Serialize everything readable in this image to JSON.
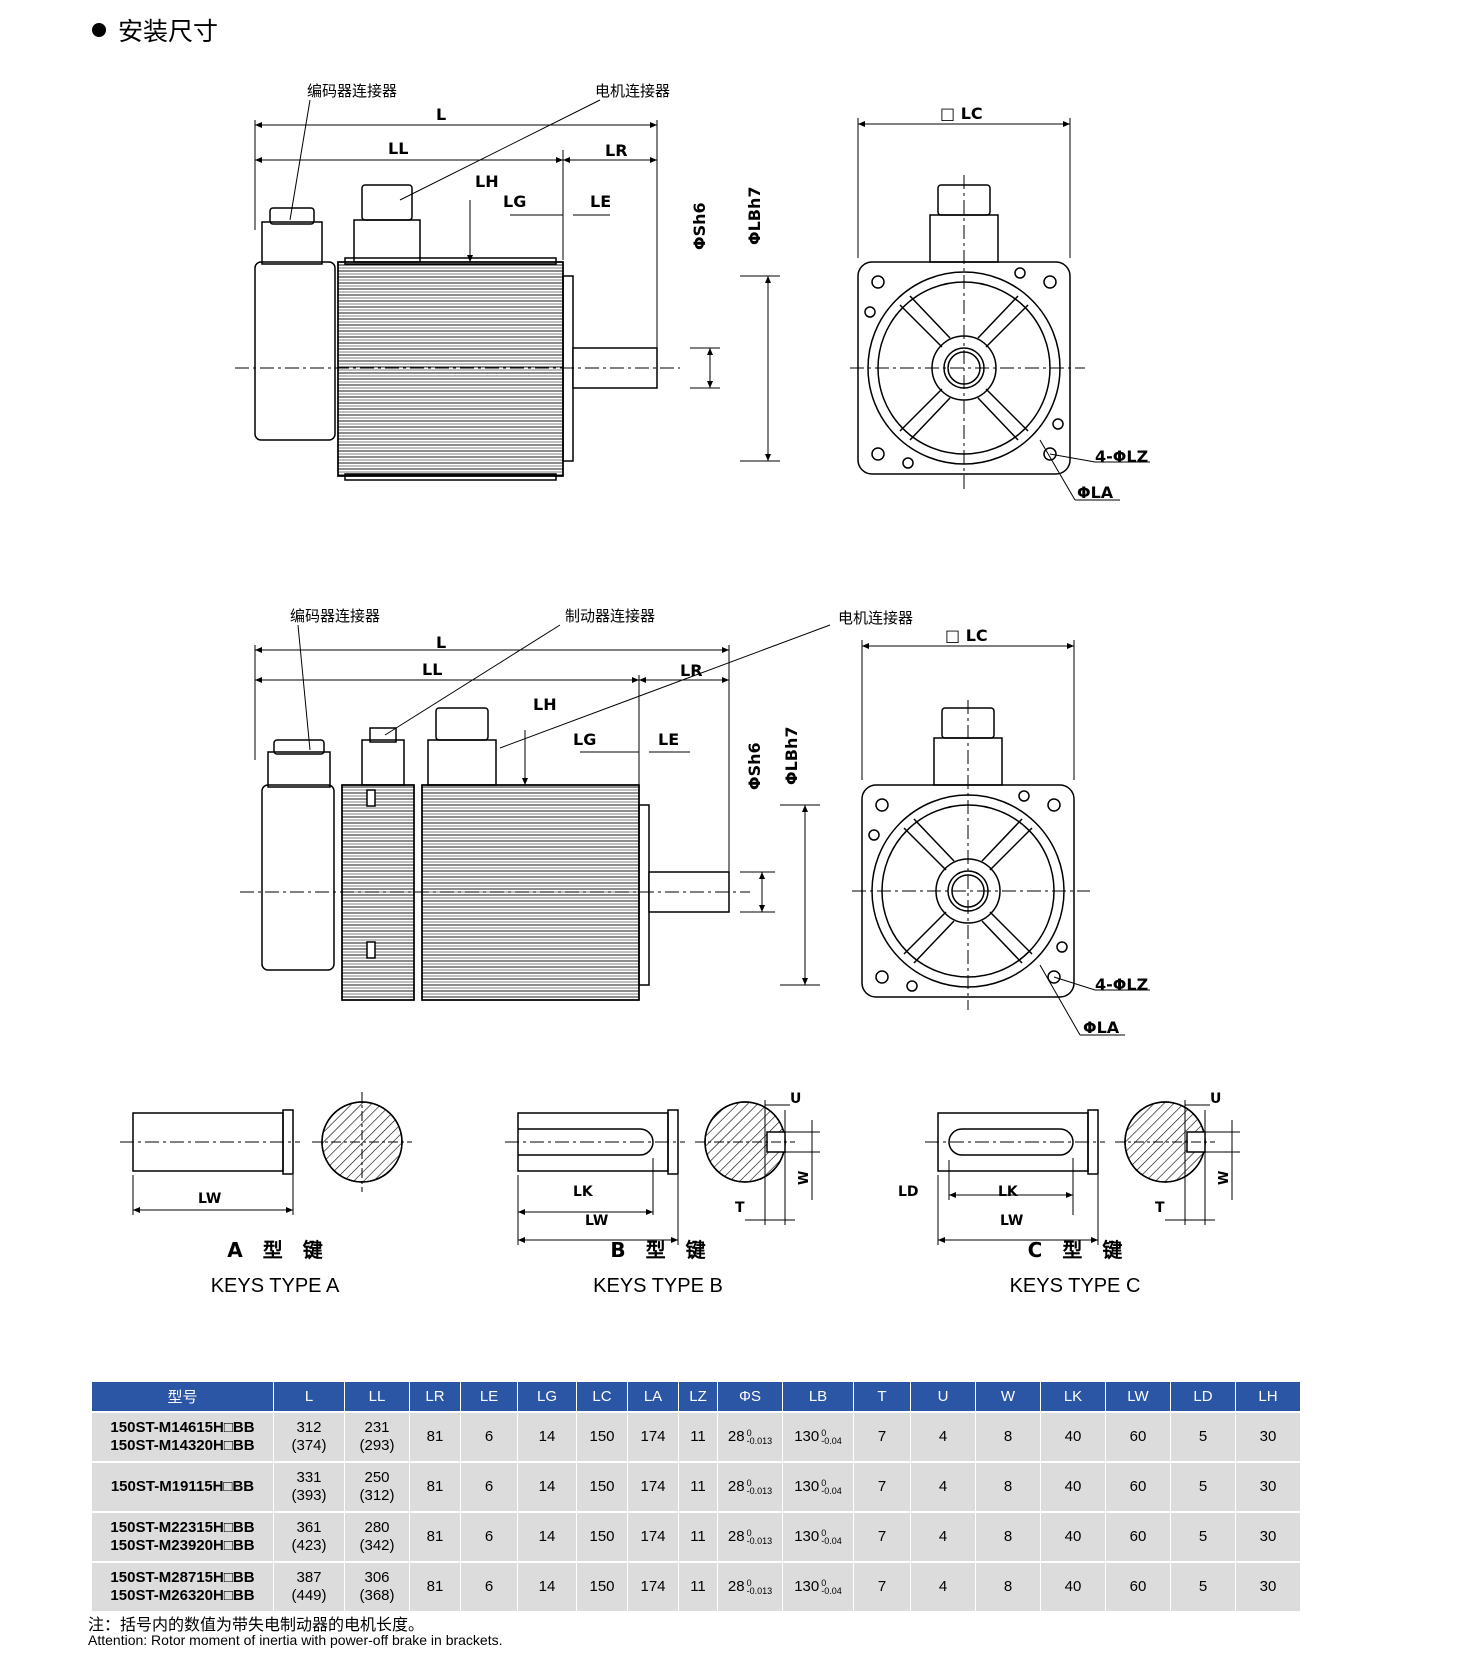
{
  "section_title": "安装尺寸",
  "labels": {
    "encoder_connector": "编码器连接器",
    "motor_connector": "电机连接器",
    "brake_connector": "制动器连接器",
    "L": "L",
    "LL": "LL",
    "LR": "LR",
    "LH": "LH",
    "LG": "LG",
    "LE": "LE",
    "phiS": "ΦSh6",
    "phiLB": "ΦLBh7",
    "LC": "□ LC",
    "LZ": "4-ΦLZ",
    "LA": "ΦLA",
    "LW": "LW",
    "LK": "LK",
    "LD": "LD",
    "T": "T",
    "U": "U",
    "W": "W"
  },
  "keys": [
    {
      "cn": "A　型　键",
      "en": "KEYS TYPE A"
    },
    {
      "cn": "B　型　键",
      "en": "KEYS TYPE B"
    },
    {
      "cn": "C　型　键",
      "en": "KEYS TYPE C"
    }
  ],
  "table": {
    "headers": [
      "型号",
      "L",
      "LL",
      "LR",
      "LE",
      "LG",
      "LC",
      "LA",
      "LZ",
      "ΦS",
      "LB",
      "T",
      "U",
      "W",
      "LK",
      "LW",
      "LD",
      "LH"
    ],
    "rows": [
      {
        "model": [
          "150ST-M14615H□BB",
          "150ST-M14320H□BB"
        ],
        "L": [
          "312",
          "(374)"
        ],
        "LL": [
          "231",
          "(293)"
        ],
        "LR": "81",
        "LE": "6",
        "LG": "14",
        "LC": "150",
        "LA": "174",
        "LZ": "11",
        "S": "28",
        "LB": "130",
        "T": "7",
        "U": "4",
        "W": "8",
        "LK": "40",
        "LW": "60",
        "LD": "5",
        "LH": "30"
      },
      {
        "model": [
          "150ST-M19115H□BB"
        ],
        "L": [
          "331",
          "(393)"
        ],
        "LL": [
          "250",
          "(312)"
        ],
        "LR": "81",
        "LE": "6",
        "LG": "14",
        "LC": "150",
        "LA": "174",
        "LZ": "11",
        "S": "28",
        "LB": "130",
        "T": "7",
        "U": "4",
        "W": "8",
        "LK": "40",
        "LW": "60",
        "LD": "5",
        "LH": "30"
      },
      {
        "model": [
          "150ST-M22315H□BB",
          "150ST-M23920H□BB"
        ],
        "L": [
          "361",
          "(423)"
        ],
        "LL": [
          "280",
          "(342)"
        ],
        "LR": "81",
        "LE": "6",
        "LG": "14",
        "LC": "150",
        "LA": "174",
        "LZ": "11",
        "S": "28",
        "LB": "130",
        "T": "7",
        "U": "4",
        "W": "8",
        "LK": "40",
        "LW": "60",
        "LD": "5",
        "LH": "30"
      },
      {
        "model": [
          "150ST-M28715H□BB",
          "150ST-M26320H□BB"
        ],
        "L": [
          "387",
          "(449)"
        ],
        "LL": [
          "306",
          "(368)"
        ],
        "LR": "81",
        "LE": "6",
        "LG": "14",
        "LC": "150",
        "LA": "174",
        "LZ": "11",
        "S": "28",
        "LB": "130",
        "T": "7",
        "U": "4",
        "W": "8",
        "LK": "40",
        "LW": "60",
        "LD": "5",
        "LH": "30"
      }
    ],
    "tolerance_upper": "0",
    "tolerance_lower_s": "-0.013",
    "tolerance_lower_lb": "-0.04"
  },
  "note_cn": "注：括号内的数值为带失电制动器的电机长度。",
  "note_en": "Attention:   Rotor moment of inertia with power-off brake in brackets."
}
